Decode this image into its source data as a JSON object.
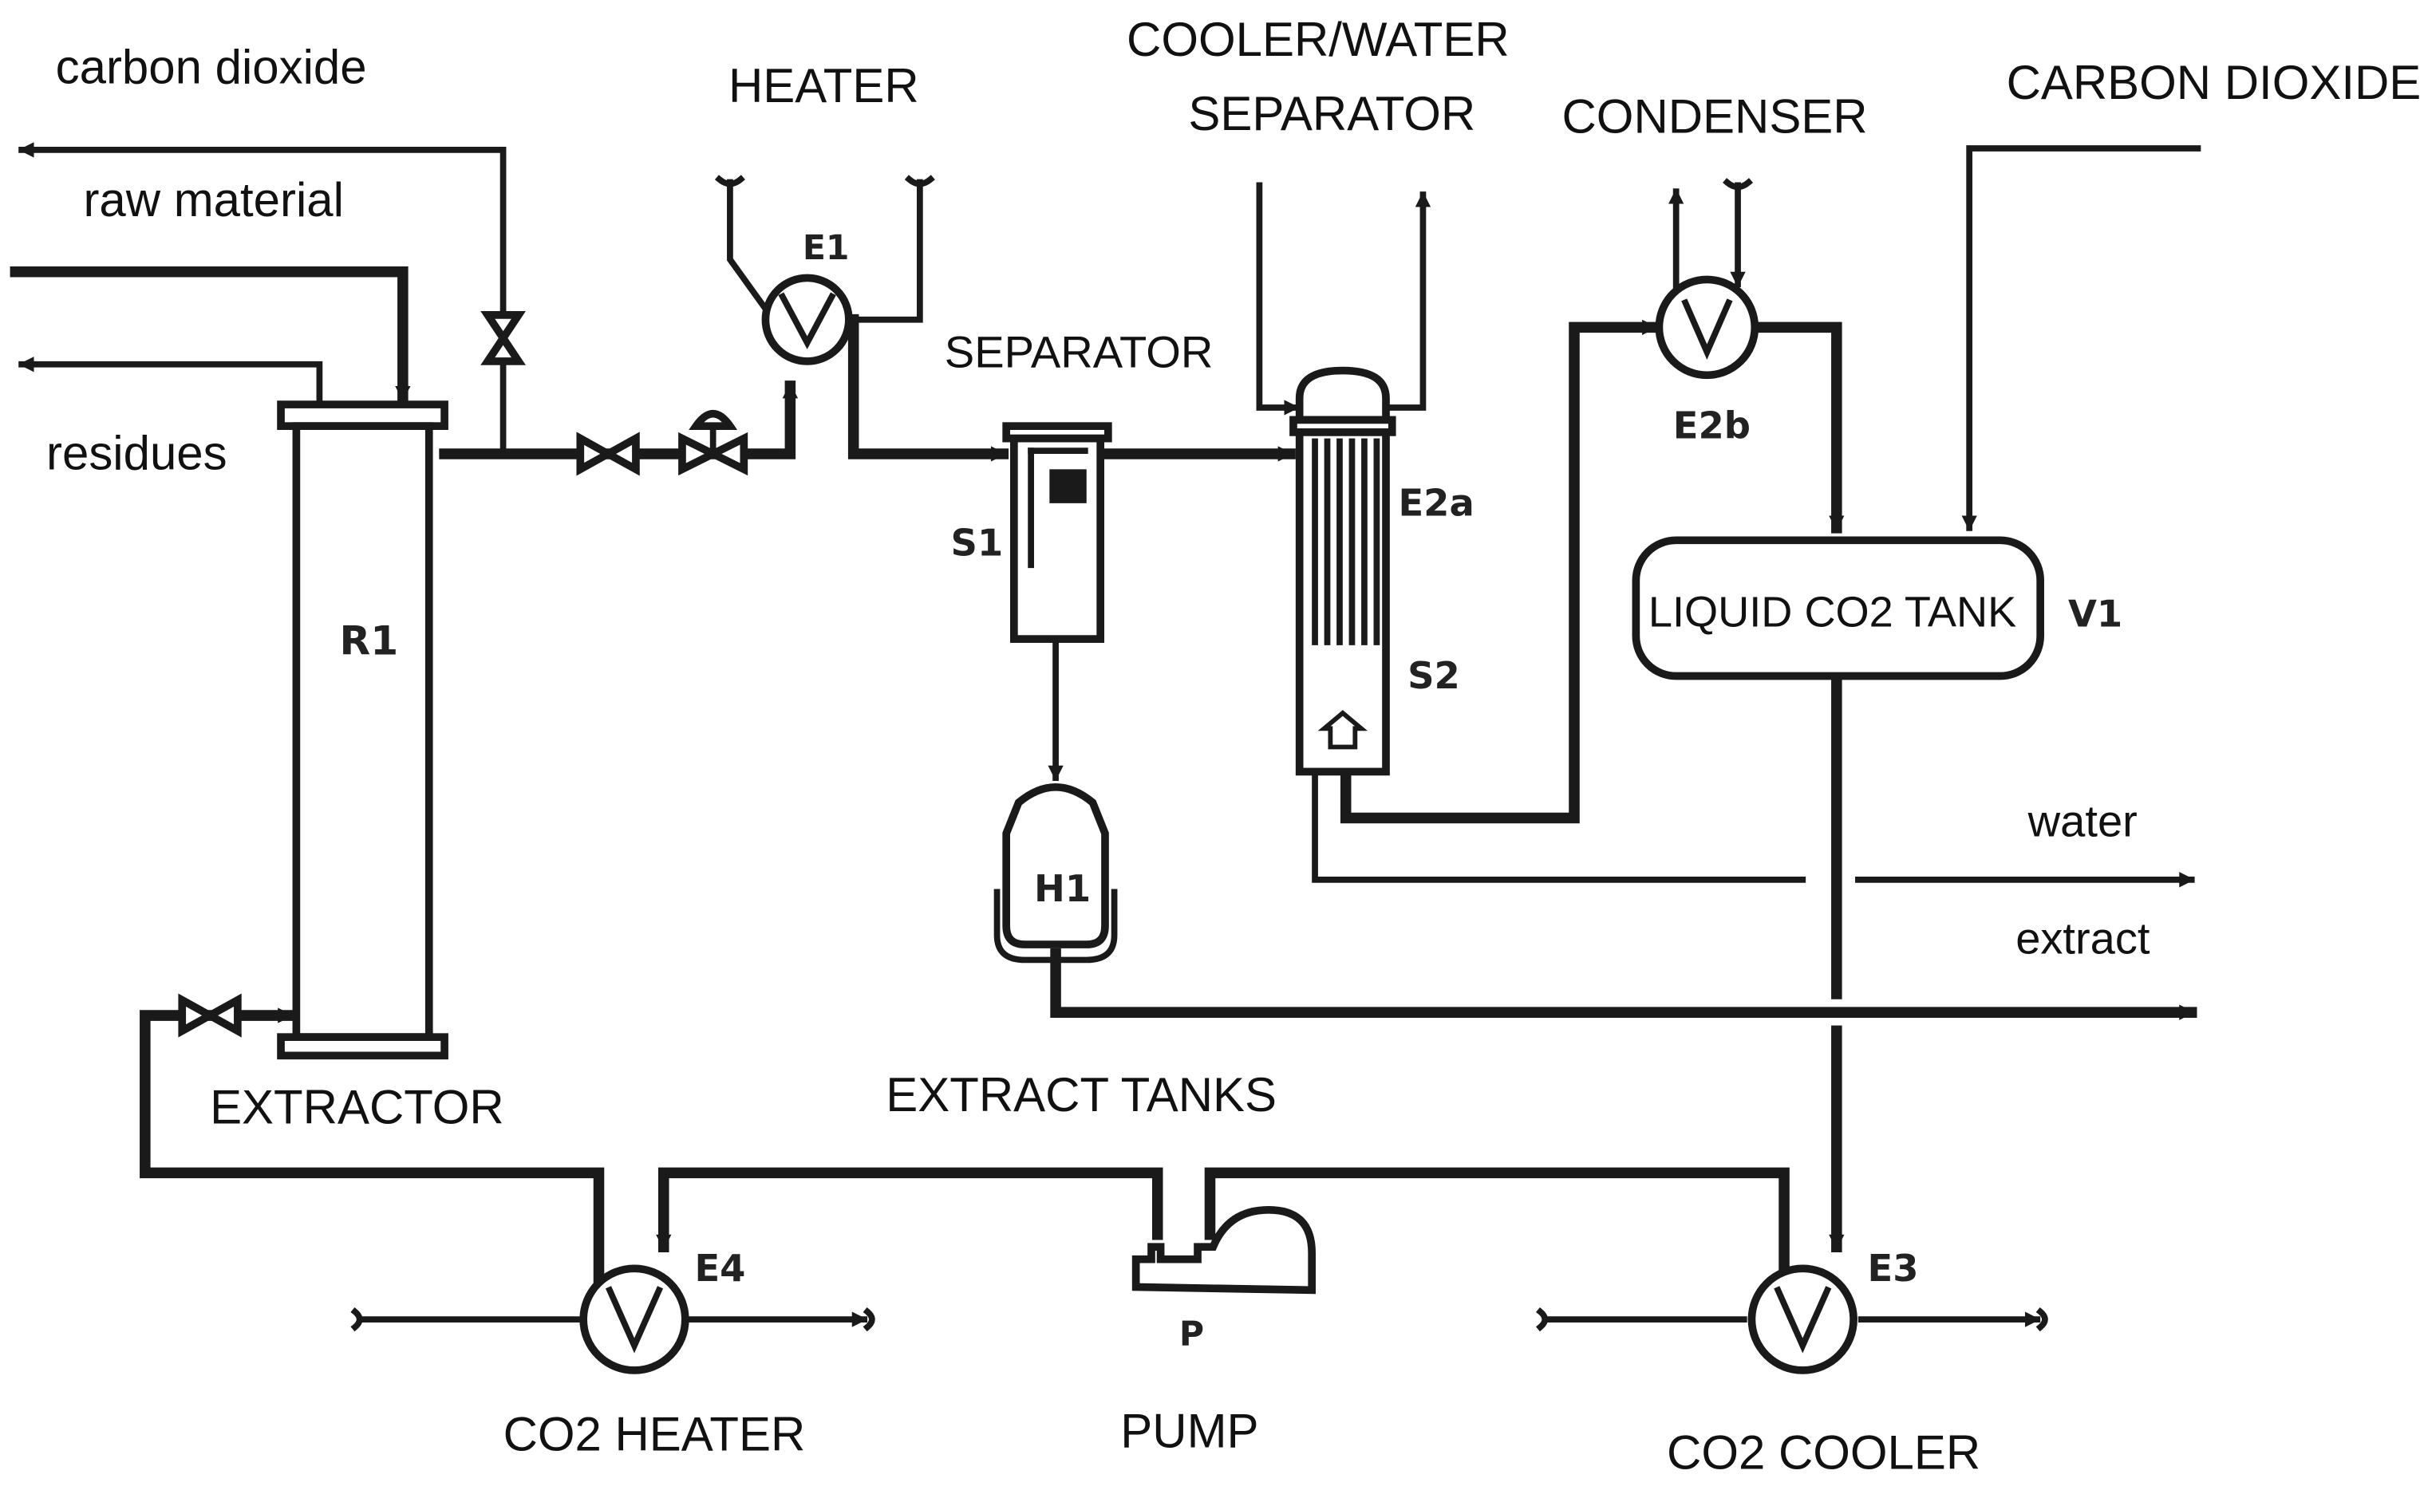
{
  "labels": {
    "carbon_dioxide_in": "carbon dioxide",
    "raw_material": "raw material",
    "residues": "residues",
    "heater": "HEATER",
    "cooler_water_separator_line1": "COOLER/WATER",
    "cooler_water_separator_line2": "SEPARATOR",
    "condenser": "CONDENSER",
    "carbon_dioxide_make_up": "CARBON DIOXIDE",
    "separator": "SEPARATOR",
    "liquid_co2_tank": "LIQUID CO2 TANK",
    "water": "water",
    "extract": "extract",
    "extractor": "EXTRACTOR",
    "extract_tanks": "EXTRACT TANKS",
    "co2_heater": "CO2 HEATER",
    "pump": "PUMP",
    "co2_cooler": "CO2 COOLER"
  },
  "tags": {
    "e1": "E1",
    "e2a": "E2a",
    "e2b": "E2b",
    "e3": "E3",
    "e4": "E4",
    "r1": "R1",
    "s1": "S1",
    "s2": "S2",
    "h1": "H1",
    "v1": "V1",
    "p": "P"
  },
  "colors": {
    "line": "#1a1a1a",
    "background": "#ffffff"
  }
}
